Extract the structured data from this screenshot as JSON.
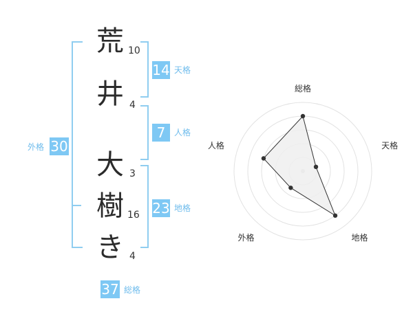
{
  "name": {
    "characters": [
      {
        "char": "荒",
        "strokes": "10"
      },
      {
        "char": "井",
        "strokes": "4"
      },
      {
        "char": "大",
        "strokes": "3"
      },
      {
        "char": "樹",
        "strokes": "16"
      },
      {
        "char": "き",
        "strokes": "4"
      }
    ]
  },
  "fortunes": {
    "tenkaku": {
      "value": "14",
      "label": "天格"
    },
    "jinkaku": {
      "value": "7",
      "label": "人格"
    },
    "chikaku": {
      "value": "23",
      "label": "地格"
    },
    "gaikaku": {
      "value": "30",
      "label": "外格"
    },
    "soukaku": {
      "value": "37",
      "label": "総格"
    }
  },
  "colors": {
    "accent": "#7ec8f4",
    "label": "#6fbcec",
    "bracket": "#8fcdf0",
    "text": "#2b2b2b",
    "radar_fill": "#efefef",
    "radar_line": "#333333"
  },
  "chart_data": {
    "type": "radar",
    "axes": [
      "総格",
      "天格",
      "地格",
      "外格",
      "人格"
    ],
    "values": [
      4,
      1,
      4,
      1.5,
      3
    ],
    "rmax": 5,
    "rings": 5
  }
}
